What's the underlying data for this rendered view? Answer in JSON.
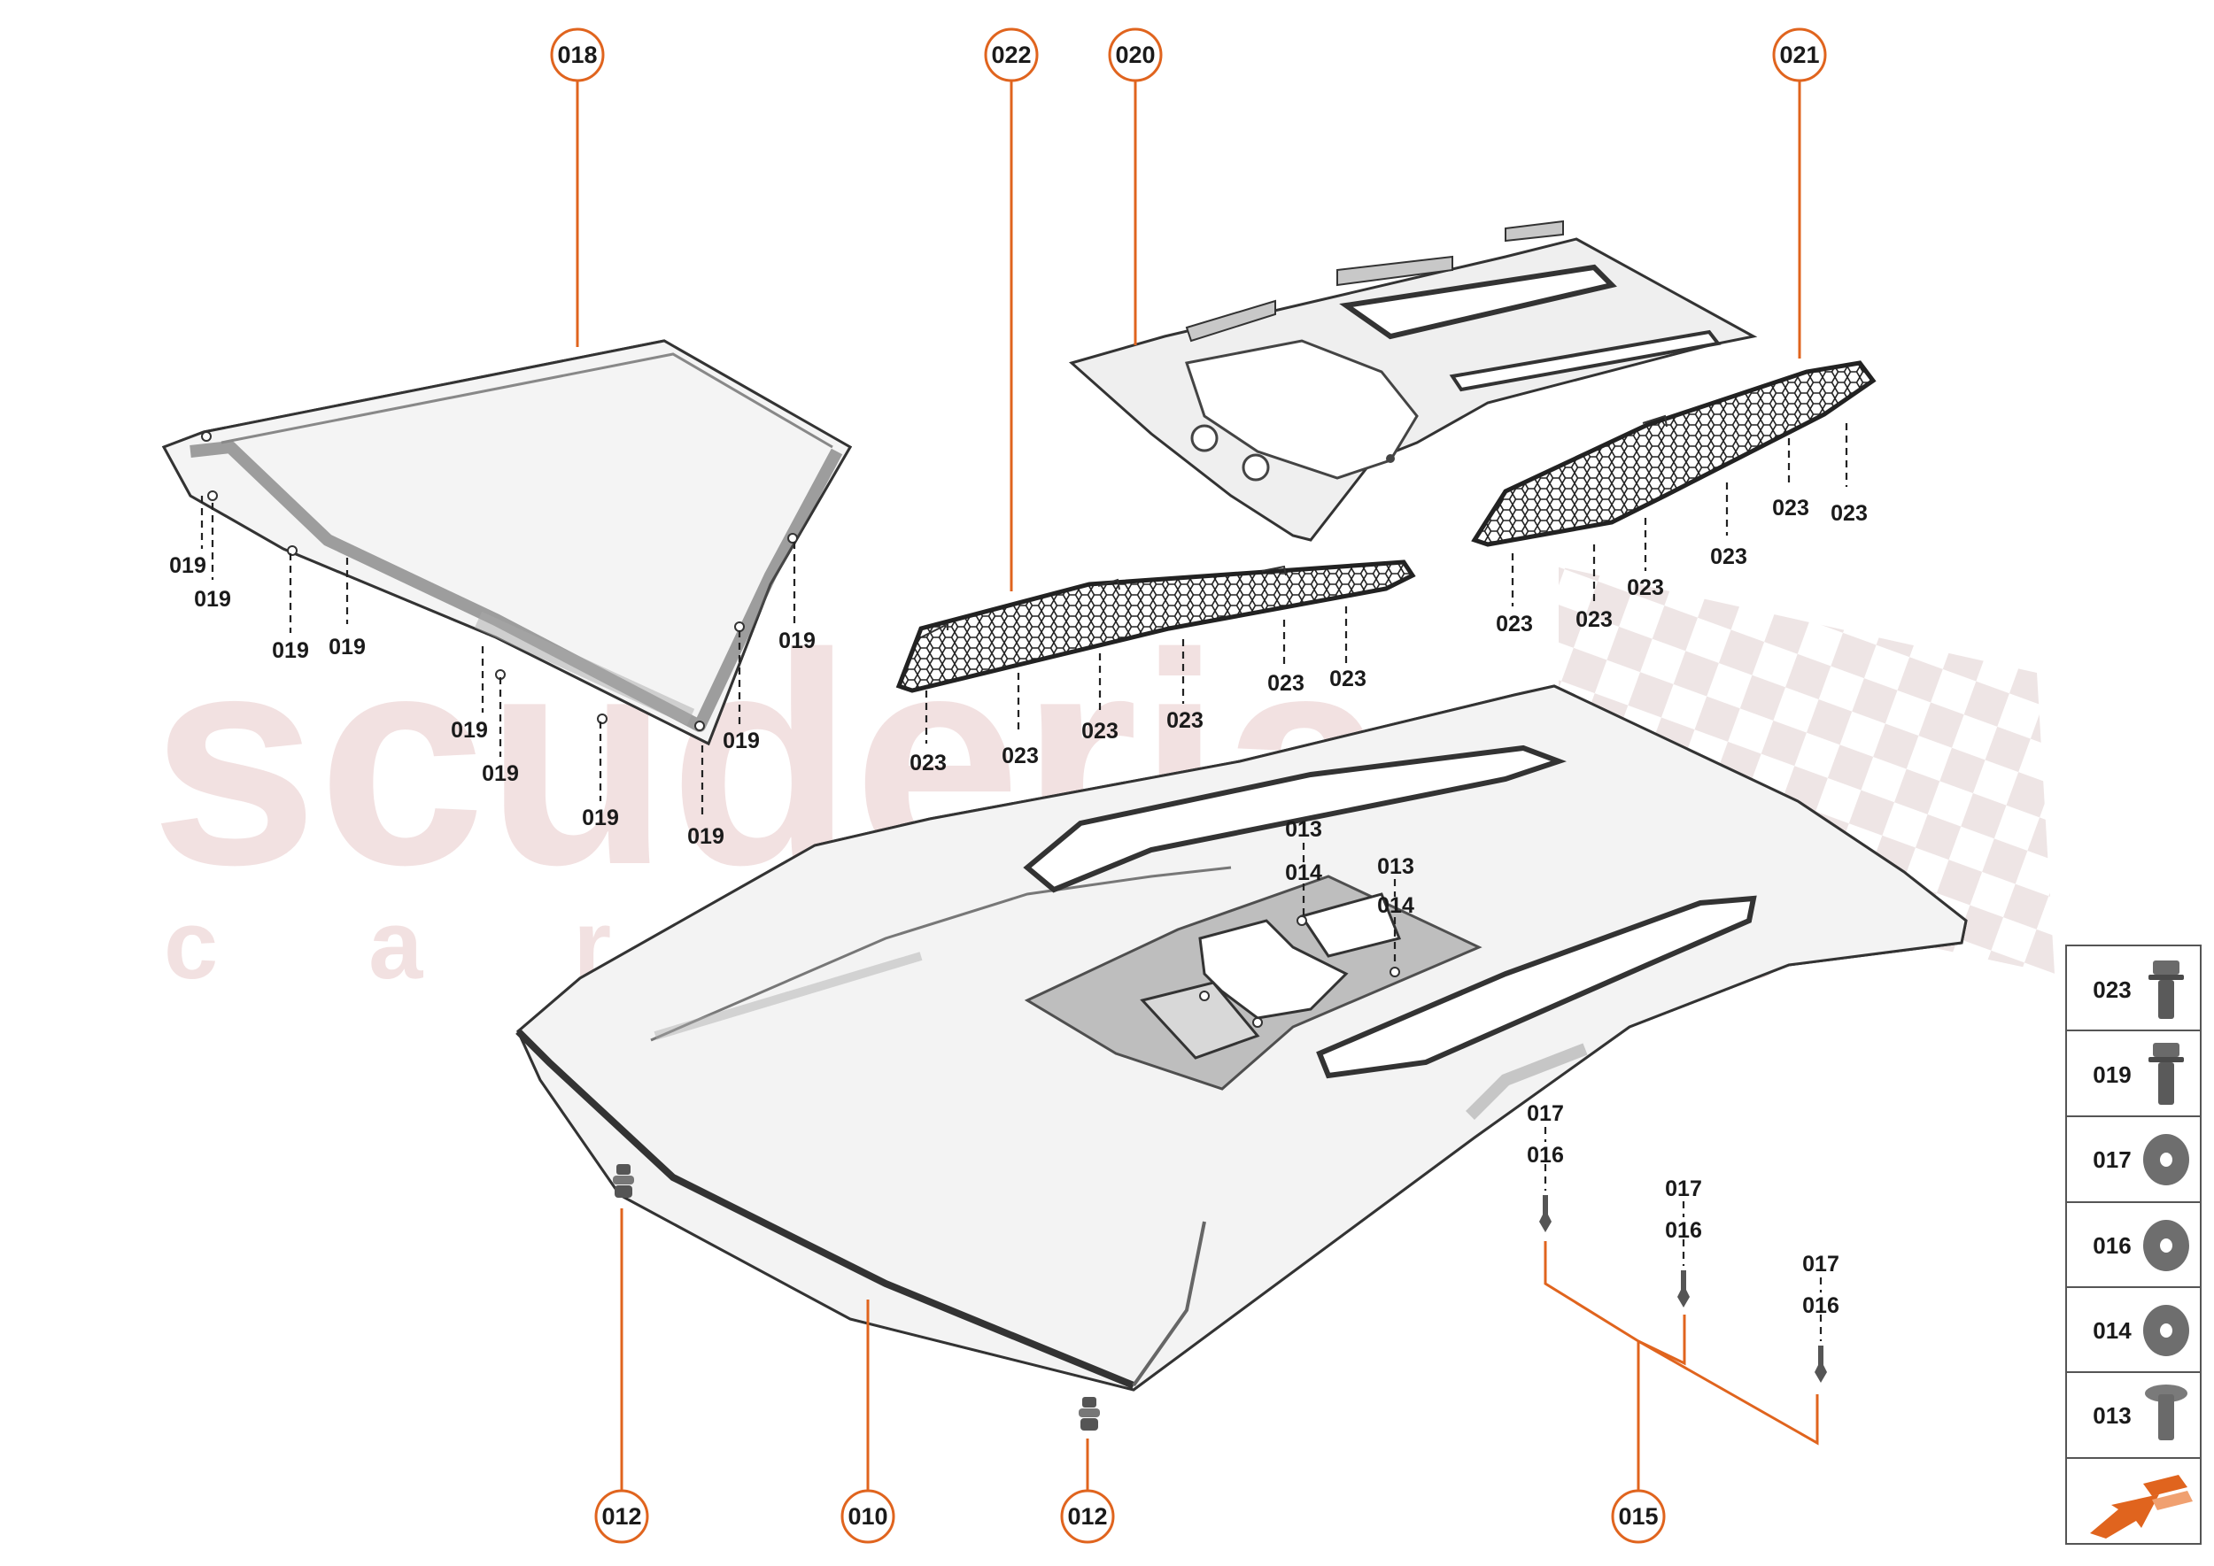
{
  "watermark": {
    "line1": "scuderia",
    "line2": "car parts"
  },
  "callouts": {
    "c018": "018",
    "c022": "022",
    "c020": "020",
    "c021": "021",
    "c012a": "012",
    "c010": "010",
    "c012b": "012",
    "c015": "015"
  },
  "labels": {
    "l019_1": "019",
    "l019_2": "019",
    "l019_3": "019",
    "l019_4": "019",
    "l019_5": "019",
    "l019_6": "019",
    "l019_7": "019",
    "l019_8": "019",
    "l019_9": "019",
    "l019_10": "019",
    "l023_1": "023",
    "l023_2": "023",
    "l023_3": "023",
    "l023_4": "023",
    "l023_5": "023",
    "l023_6": "023",
    "l023_7": "023",
    "l023_8": "023",
    "l023_9": "023",
    "l023_10": "023",
    "l023_11": "023",
    "l023_12": "023",
    "l013_1": "013",
    "l014_1": "014",
    "l013_2": "013",
    "l014_2": "014",
    "l017_1": "017",
    "l016_1": "016",
    "l017_2": "017",
    "l016_2": "016",
    "l017_3": "017",
    "l016_3": "016"
  },
  "legend": {
    "items": [
      {
        "code": "023",
        "icon": "flange-bolt-icon"
      },
      {
        "code": "019",
        "icon": "flange-bolt-icon"
      },
      {
        "code": "017",
        "icon": "washer-icon"
      },
      {
        "code": "016",
        "icon": "washer-icon"
      },
      {
        "code": "014",
        "icon": "washer-icon"
      },
      {
        "code": "013",
        "icon": "pan-head-screw-icon"
      }
    ],
    "nav_icon": "next-page-arrow-icon"
  },
  "colors": {
    "accent": "#e0641e",
    "line": "#333333",
    "panel": "#f2f2f2",
    "shadow": "#9a9a9a"
  }
}
